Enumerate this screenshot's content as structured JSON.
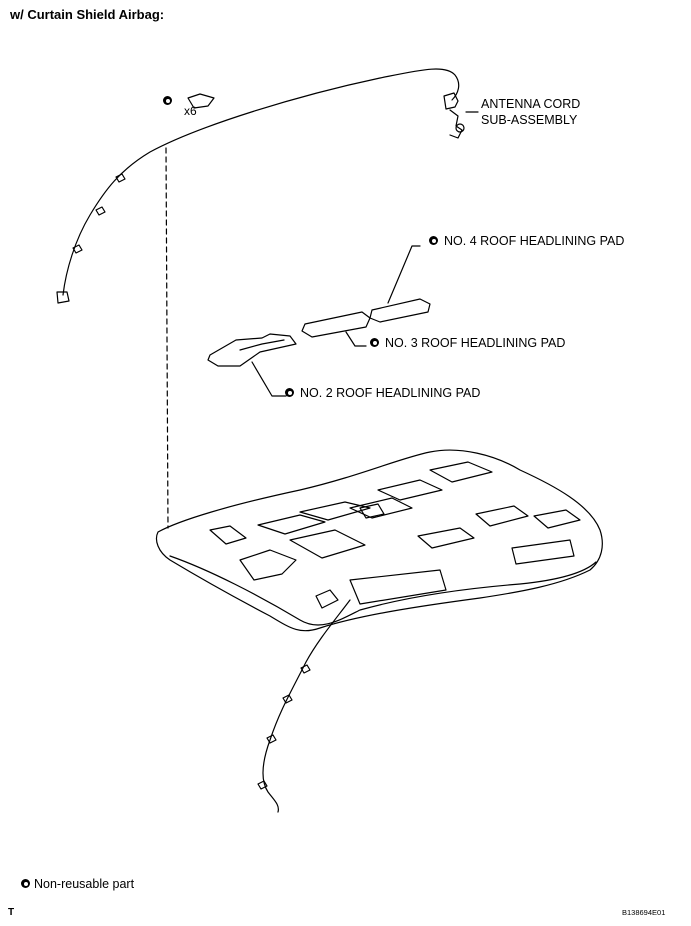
{
  "header": {
    "title": "w/ Curtain Shield Airbag:"
  },
  "callouts": {
    "antenna_line1": "ANTENNA CORD",
    "antenna_line2": "SUB-ASSEMBLY",
    "pad4": "NO. 4 ROOF HEADLINING PAD",
    "pad3": "NO. 3 ROOF HEADLINING PAD",
    "pad2": "NO. 2 ROOF HEADLINING PAD",
    "clip_count": "x6"
  },
  "legend": {
    "non_reusable": "Non-reusable part"
  },
  "footer": {
    "corner_mark": "T",
    "figure_code": "B138694E01"
  },
  "icons": {
    "non_reusable_symbol": "filled-circle-ring-icon"
  },
  "colors": {
    "line": "#000000",
    "background": "#ffffff"
  }
}
